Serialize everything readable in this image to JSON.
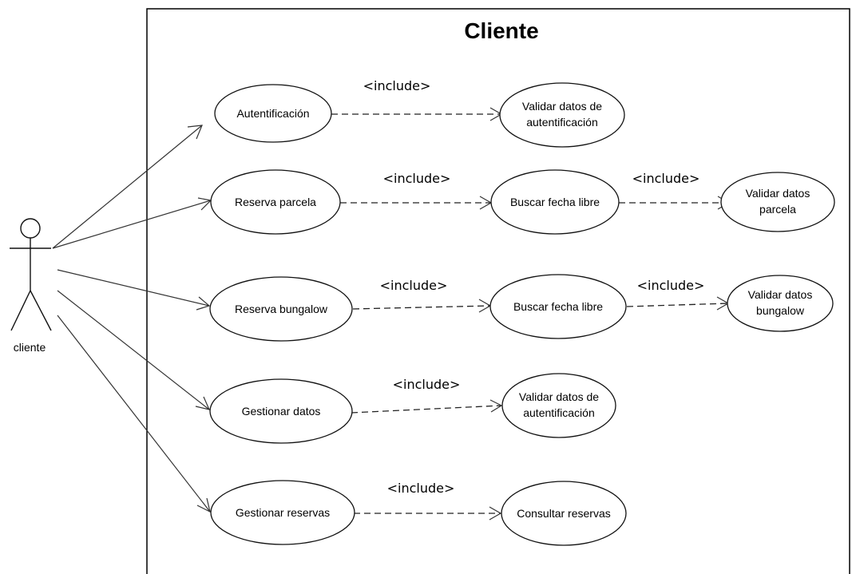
{
  "system": {
    "title": "Cliente"
  },
  "actor": {
    "name": "cliente"
  },
  "use_cases": {
    "autentificacion": [
      "Autentificación"
    ],
    "validar_aut_1": [
      "Validar datos de",
      "autentificación"
    ],
    "reserva_parcela": [
      "Reserva parcela"
    ],
    "buscar_fecha_1": [
      "Buscar fecha libre"
    ],
    "validar_parcela": [
      "Validar datos",
      "parcela"
    ],
    "reserva_bungalow": [
      "Reserva bungalow"
    ],
    "buscar_fecha_2": [
      "Buscar fecha libre"
    ],
    "validar_bungalow": [
      "Validar datos",
      "bungalow"
    ],
    "gestionar_datos": [
      "Gestionar datos"
    ],
    "validar_aut_2": [
      "Validar datos de",
      "autentificación"
    ],
    "gestionar_reservas": [
      "Gestionar reservas"
    ],
    "consultar_reservas": [
      "Consultar reservas"
    ]
  },
  "associations": [
    "autentificacion",
    "reserva_parcela",
    "reserva_bungalow",
    "gestionar_datos",
    "gestionar_reservas"
  ],
  "includes": [
    {
      "from": "autentificacion",
      "to": "validar_aut_1",
      "label": "<include>"
    },
    {
      "from": "reserva_parcela",
      "to": "buscar_fecha_1",
      "label": "<include>"
    },
    {
      "from": "buscar_fecha_1",
      "to": "validar_parcela",
      "label": "<include>"
    },
    {
      "from": "reserva_bungalow",
      "to": "buscar_fecha_2",
      "label": "<include>"
    },
    {
      "from": "buscar_fecha_2",
      "to": "validar_bungalow",
      "label": "<include>"
    },
    {
      "from": "gestionar_datos",
      "to": "validar_aut_2",
      "label": "<include>"
    },
    {
      "from": "gestionar_reservas",
      "to": "consultar_reservas",
      "label": "<include>"
    }
  ]
}
